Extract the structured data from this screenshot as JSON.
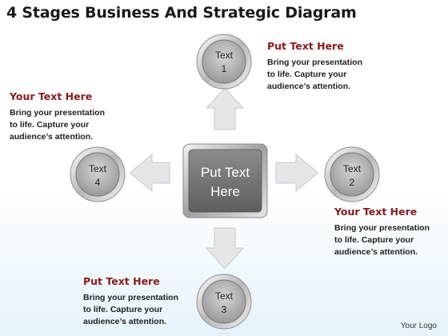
{
  "title": "4 Stages Business And Strategic Diagram",
  "center": {
    "line1": "Put Text",
    "line2": "Here"
  },
  "nodes": [
    {
      "line1": "Text",
      "line2": "1"
    },
    {
      "line1": "Text",
      "line2": "2"
    },
    {
      "line1": "Text",
      "line2": "3"
    },
    {
      "line1": "Text",
      "line2": "4"
    }
  ],
  "callouts": [
    {
      "heading": "Put Text Here",
      "body": [
        "Bring your presentation",
        "to life. Capture your",
        "audience’s attention."
      ]
    },
    {
      "heading": "Your Text Here",
      "body": [
        "Bring your presentation",
        "to life. Capture your",
        "audience’s attention."
      ]
    },
    {
      "heading": "Put Text Here",
      "body": [
        "Bring your presentation",
        "to life. Capture your",
        "audience’s attention."
      ]
    },
    {
      "heading": "Your Text Here",
      "body": [
        "Bring your presentation",
        "to life. Capture your",
        "audience’s attention."
      ]
    }
  ],
  "footer": "Your Logo",
  "colors": {
    "heading": "#8b1a1a",
    "arrow": "#e2e4e6",
    "node": "#a8a8a8",
    "center": "#6e6e6e"
  }
}
